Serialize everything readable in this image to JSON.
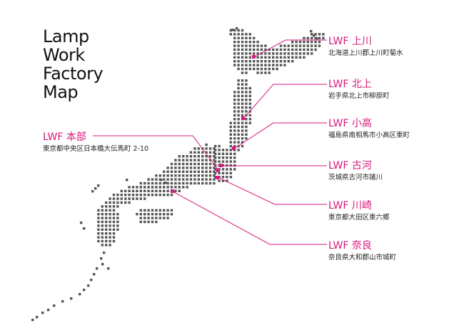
{
  "title": {
    "lines": [
      "Lamp",
      "Work",
      "Factory",
      "Map"
    ]
  },
  "locations": [
    {
      "id": "kamikawa",
      "name": "LWF 上川",
      "address": "北海道上川郡上川町菊水"
    },
    {
      "id": "kitakami",
      "name": "LWF 北上",
      "address": "岩手県北上市柳原町"
    },
    {
      "id": "odaka",
      "name": "LWF 小高",
      "address": "福島県南相馬市小高区東町"
    },
    {
      "id": "koga",
      "name": "LWF 古河",
      "address": "茨城県古河市諸川"
    },
    {
      "id": "kawasaki",
      "name": "LWF 川崎",
      "address": "東京都大田区東六郷"
    },
    {
      "id": "nara",
      "name": "LWF 奈良",
      "address": "奈良県大和郡山市城町"
    },
    {
      "id": "honbu",
      "name": "LWF 本部",
      "address": "東京都中央区日本橋大伝馬町 2-10"
    }
  ],
  "colors": {
    "accent": "#d6197e",
    "dots": "#555555",
    "text": "#222222"
  }
}
